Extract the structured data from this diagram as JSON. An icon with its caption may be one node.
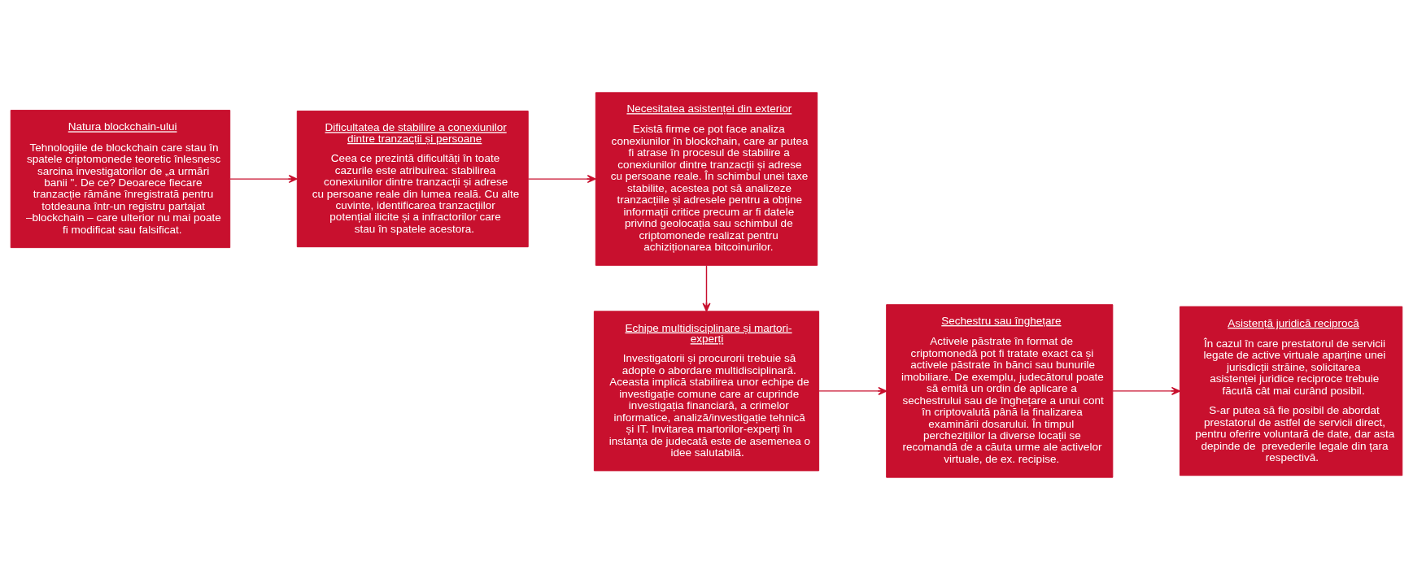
{
  "diagram": {
    "nodes": [
      {
        "text": [
          "Natura blockchain-ului",
          "Tehnologiile de blockchain care stau în spatele criptomonede teoretic înlesnesc sarcina investigatorilor de „a urmări banii \". De ce? Deoarece fiecare tranzacție rămâne înregistrată pentru totdeauna într-un registru partajat –blockchain – care ulterior nu mai poate fi modificat sau falsificat."
        ]
      },
      {
        "text": [
          "Dificultatea de stabilire a conexiunilor dintre tranzacții și persoane",
          "Ceea ce prezintă dificultăți în toate cazurile este atribuirea: stabilirea conexiunilor dintre tranzacții și adrese cu persoane reale din lumea reală. Cu alte cuvinte, identificarea tranzacțiilor potențial ilicite și a infractorilor care stau în spatele acestora."
        ]
      },
      {
        "text": [
          "Necesitatea asistenței din exterior",
          "Există firme ce pot face analiza conexiunilor în blockchain, care ar putea fi atrase în procesul de stabilire a conexiunilor dintre tranzacții și adrese cu persoane reale. În schimbul unei taxe stabilite, acestea pot să analizeze tranzacțiile și adresele pentru a obține informații critice precum ar fi datele privind geolocația sau schimbul de criptomonede realizat pentru achiziționarea bitcoinurilor."
        ]
      },
      {
        "text": [
          "Echipe multidisciplinare și martori-experți",
          "Investigatorii și procurorii trebuie să adopte o abordare multidisciplinară. Aceasta implică stabilirea unor echipe de investigație comune care ar cuprinde investigația financiară, a crimelor informatice, analiză/investigație tehnică și IT. Invitarea martorilor-experți în instanța de judecată este de asemenea o idee salutabilă."
        ]
      },
      {
        "text": [
          "Sechestru sau înghețare",
          "Activele păstrate în format de criptomonedă pot fi tratate exact ca și activele păstrate în bănci sau bunurile imobiliare. De exemplu, judecătorul poate să emită un ordin de aplicare a sechestrului sau de înghețare a unui cont în criptovalută până la finalizarea examinării dosarului. În timpul perchezițiilor la diverse locații se recomandă de a căuta urme ale activelor virtuale, de ex. recipise."
        ]
      },
      {
        "text": [
          "Asistență juridică reciprocă",
          "În cazul în care prestatorul de servicii legate de active virtuale aparține unei jurisdicții străine, solicitarea asistenței juridice reciproce trebuie făcută cât mai curând posibil.",
          "S-ar putea să fie posibil de abordat prestatorul de astfel de servicii direct, pentru oferire voluntară de date, dar asta depinde de  prevederile legale din țara respectivă."
        ]
      }
    ],
    "edges": [
      {
        "from": 0,
        "to": 1,
        "arrow": "to"
      },
      {
        "from": 1,
        "to": 2,
        "arrow": "to"
      },
      {
        "from": 2,
        "to": 3,
        "arrow": "to"
      },
      {
        "from": 3,
        "to": 4,
        "arrow": "to"
      },
      {
        "from": 4,
        "to": 5,
        "arrow": "to"
      }
    ]
  }
}
